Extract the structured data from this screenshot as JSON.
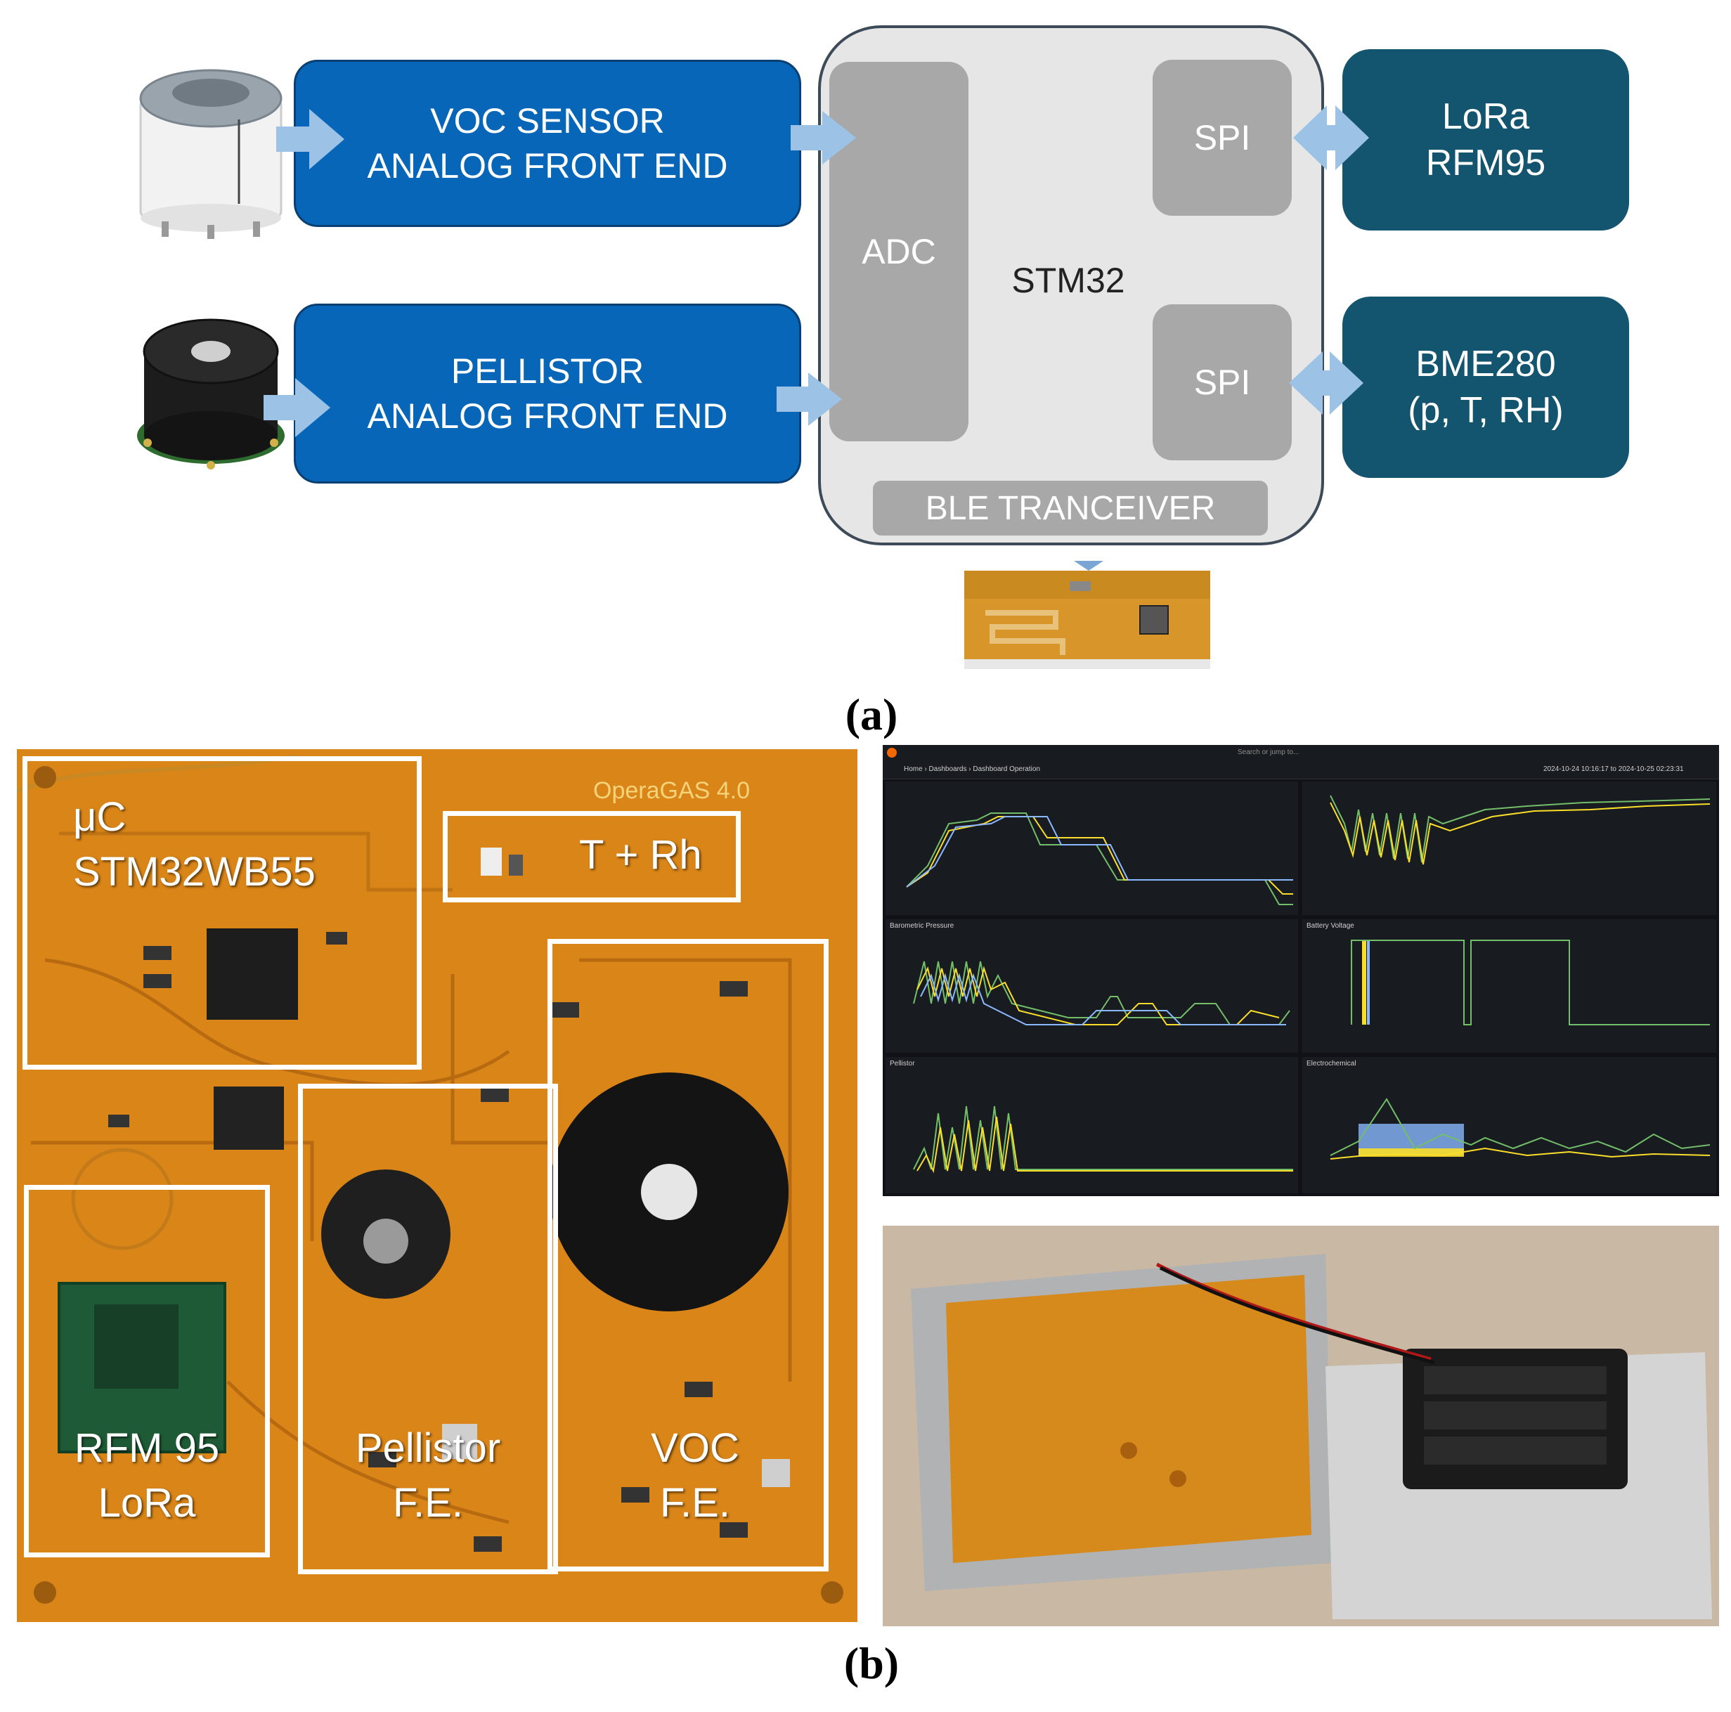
{
  "diagram": {
    "voc_box": {
      "line1": "VOC SENSOR",
      "line2": "ANALOG FRONT END"
    },
    "pellistor_box": {
      "line1": "PELLISTOR",
      "line2": "ANALOG FRONT END"
    },
    "mcu": {
      "label": "STM32",
      "adc": "ADC",
      "spi_top": "SPI",
      "spi_bottom": "SPI",
      "ble": "BLE TRANCEIVER"
    },
    "lora_box": {
      "line1": "LoRa",
      "line2": "RFM95"
    },
    "bme_box": {
      "line1": "BME280",
      "line2": "(p, T, RH)"
    },
    "caption_a": "(a)"
  },
  "pcb": {
    "board_title": "OperaGAS 4.0",
    "uc_label_line1": "μC",
    "uc_label_line2": "STM32WB55",
    "trh_label": "T + Rh",
    "rfm_label_line1": "RFM 95",
    "rfm_label_line2": "LoRa",
    "pellistor_label_line1": "Pellistor",
    "pellistor_label_line2": "F.E.",
    "voc_label_line1": "VOC",
    "voc_label_line2": "F.E.",
    "caption_b": "(b)"
  },
  "dashboard": {
    "breadcrumb": "Home › Dashboards › Dashboard Operation",
    "search_placeholder": "Search or jump to...",
    "time_range": "2024-10-24 10:16:17 to 2024-10-25 02:23:31",
    "panels": [
      "",
      "",
      "Barometric Pressure",
      "Battery Voltage",
      "Pellistor",
      "Electrochemical"
    ]
  },
  "colors": {
    "blue_box": "#0766b8",
    "teal_box": "#13546f",
    "mcu_bg": "#e6e6e6",
    "arrow": "#9cc3e6",
    "pcb": "#d98518",
    "dashboard_bg": "#111217",
    "series_green": "#73bf69",
    "series_yellow": "#fade2a",
    "series_blue": "#8ab8ff"
  },
  "icons": [
    "voc-sensor-photo",
    "pellistor-sensor-photo",
    "ble-antenna-photo",
    "enclosure-photo"
  ]
}
